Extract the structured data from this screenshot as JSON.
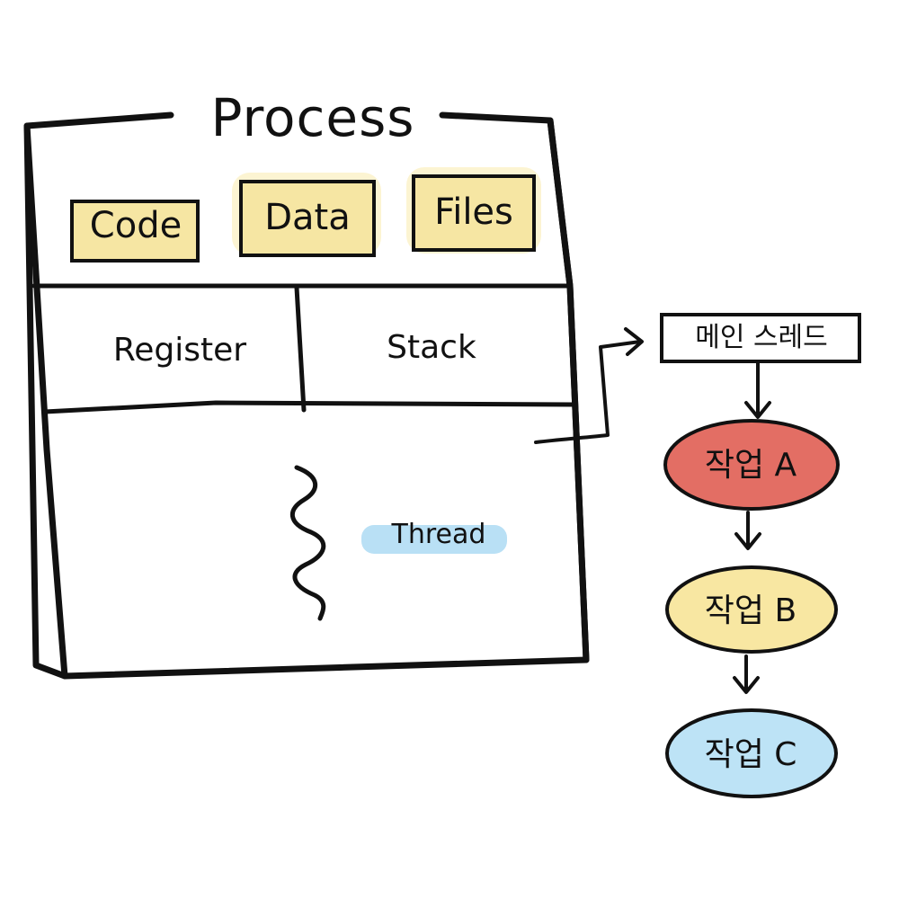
{
  "process": {
    "title": "Process",
    "segments": [
      {
        "label": "Code",
        "color": "#f6e6a3"
      },
      {
        "label": "Data",
        "color": "#f6e6a3"
      },
      {
        "label": "Files",
        "color": "#f6e6a3"
      }
    ],
    "register_label": "Register",
    "stack_label": "Stack",
    "thread_label": "Thread",
    "thread_highlight_color": "#b9e0f5"
  },
  "main_thread": {
    "label": "메인 스레드"
  },
  "tasks": [
    {
      "label": "작업 A",
      "color": "#e36e64"
    },
    {
      "label": "작업 B",
      "color": "#f8e7a2"
    },
    {
      "label": "작업 C",
      "color": "#bde3f6"
    }
  ],
  "colors": {
    "ink": "#111111",
    "background": "#ffffff"
  }
}
